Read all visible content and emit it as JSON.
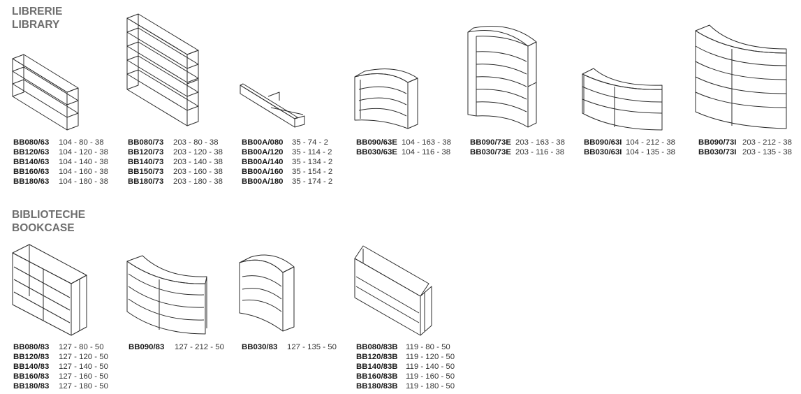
{
  "sections": [
    {
      "title_it": "LIBRERIE",
      "title_en": "LIBRARY"
    },
    {
      "title_it": "BIBLIOTECHE",
      "title_en": "BOOKCASE"
    }
  ],
  "library": [
    {
      "icon": "low-open-shelf-icon",
      "items": [
        {
          "code": "BB080/63",
          "dims": "104 -  80 - 38"
        },
        {
          "code": "BB120/63",
          "dims": "104 - 120 - 38"
        },
        {
          "code": "BB140/63",
          "dims": "104 - 140 - 38"
        },
        {
          "code": "BB160/63",
          "dims": "104 - 160 - 38"
        },
        {
          "code": "BB180/63",
          "dims": "104 - 180 - 38"
        }
      ]
    },
    {
      "icon": "tall-open-shelf-icon",
      "items": [
        {
          "code": "BB080/73",
          "dims": "203 -  80 - 38"
        },
        {
          "code": "BB120/73",
          "dims": "203 - 120 - 38"
        },
        {
          "code": "BB140/73",
          "dims": "203 - 140 - 38"
        },
        {
          "code": "BB150/73",
          "dims": "203 - 160 - 38"
        },
        {
          "code": "BB180/73",
          "dims": "203 - 180 - 38"
        }
      ]
    },
    {
      "icon": "shelf-panel-icon",
      "items": [
        {
          "code": "BB00A/080",
          "dims": "35 -  74 - 2"
        },
        {
          "code": "BB00A/120",
          "dims": "35 - 114 - 2"
        },
        {
          "code": "BB00A/140",
          "dims": "35 - 134 - 2"
        },
        {
          "code": "BB00A/160",
          "dims": "35 - 154 - 2"
        },
        {
          "code": "BB00A/180",
          "dims": "35 - 174 - 2"
        }
      ]
    },
    {
      "icon": "low-curved-external-shelf-icon",
      "items": [
        {
          "code": "BB090/63E",
          "dims": "104 - 163 - 38"
        },
        {
          "code": "BB030/63E",
          "dims": "104 - 116 - 38"
        }
      ]
    },
    {
      "icon": "tall-curved-external-shelf-icon",
      "items": [
        {
          "code": "BB090/73E",
          "dims": "203 - 163 - 38"
        },
        {
          "code": "BB030/73E",
          "dims": "203 - 116 - 38"
        }
      ]
    },
    {
      "icon": "low-curved-internal-shelf-icon",
      "items": [
        {
          "code": "BB090/63I",
          "dims": "104 - 212 - 38"
        },
        {
          "code": "BB030/63I",
          "dims": "104 - 135 - 38"
        }
      ]
    },
    {
      "icon": "tall-curved-internal-shelf-icon",
      "items": [
        {
          "code": "BB090/73I",
          "dims": "203 - 212 - 38"
        },
        {
          "code": "BB030/73I",
          "dims": "203 - 135 - 38"
        }
      ]
    }
  ],
  "bookcase": [
    {
      "icon": "double-bookcase-icon",
      "items": [
        {
          "code": "BB080/83",
          "dims": "127 -  80 - 50"
        },
        {
          "code": "BB120/83",
          "dims": "127 - 120 - 50"
        },
        {
          "code": "BB140/83",
          "dims": "127 - 140 - 50"
        },
        {
          "code": "BB160/83",
          "dims": "127 - 160 - 50"
        },
        {
          "code": "BB180/83",
          "dims": "127 - 180 - 50"
        }
      ]
    },
    {
      "icon": "curved-wide-bookcase-icon",
      "items": [
        {
          "code": "BB090/83",
          "dims": "127 - 212 - 50"
        }
      ]
    },
    {
      "icon": "curved-narrow-bookcase-icon",
      "items": [
        {
          "code": "BB030/83",
          "dims": "127 - 135 - 50"
        }
      ]
    },
    {
      "icon": "bookcase-with-top-icon",
      "items": [
        {
          "code": "BB080/83B",
          "dims": "119 -  80 - 50"
        },
        {
          "code": "BB120/83B",
          "dims": "119 - 120 - 50"
        },
        {
          "code": "BB140/83B",
          "dims": "119 - 140 - 50"
        },
        {
          "code": "BB160/83B",
          "dims": "119 - 160 - 50"
        },
        {
          "code": "BB180/83B",
          "dims": "119 - 180 - 50"
        }
      ]
    }
  ]
}
